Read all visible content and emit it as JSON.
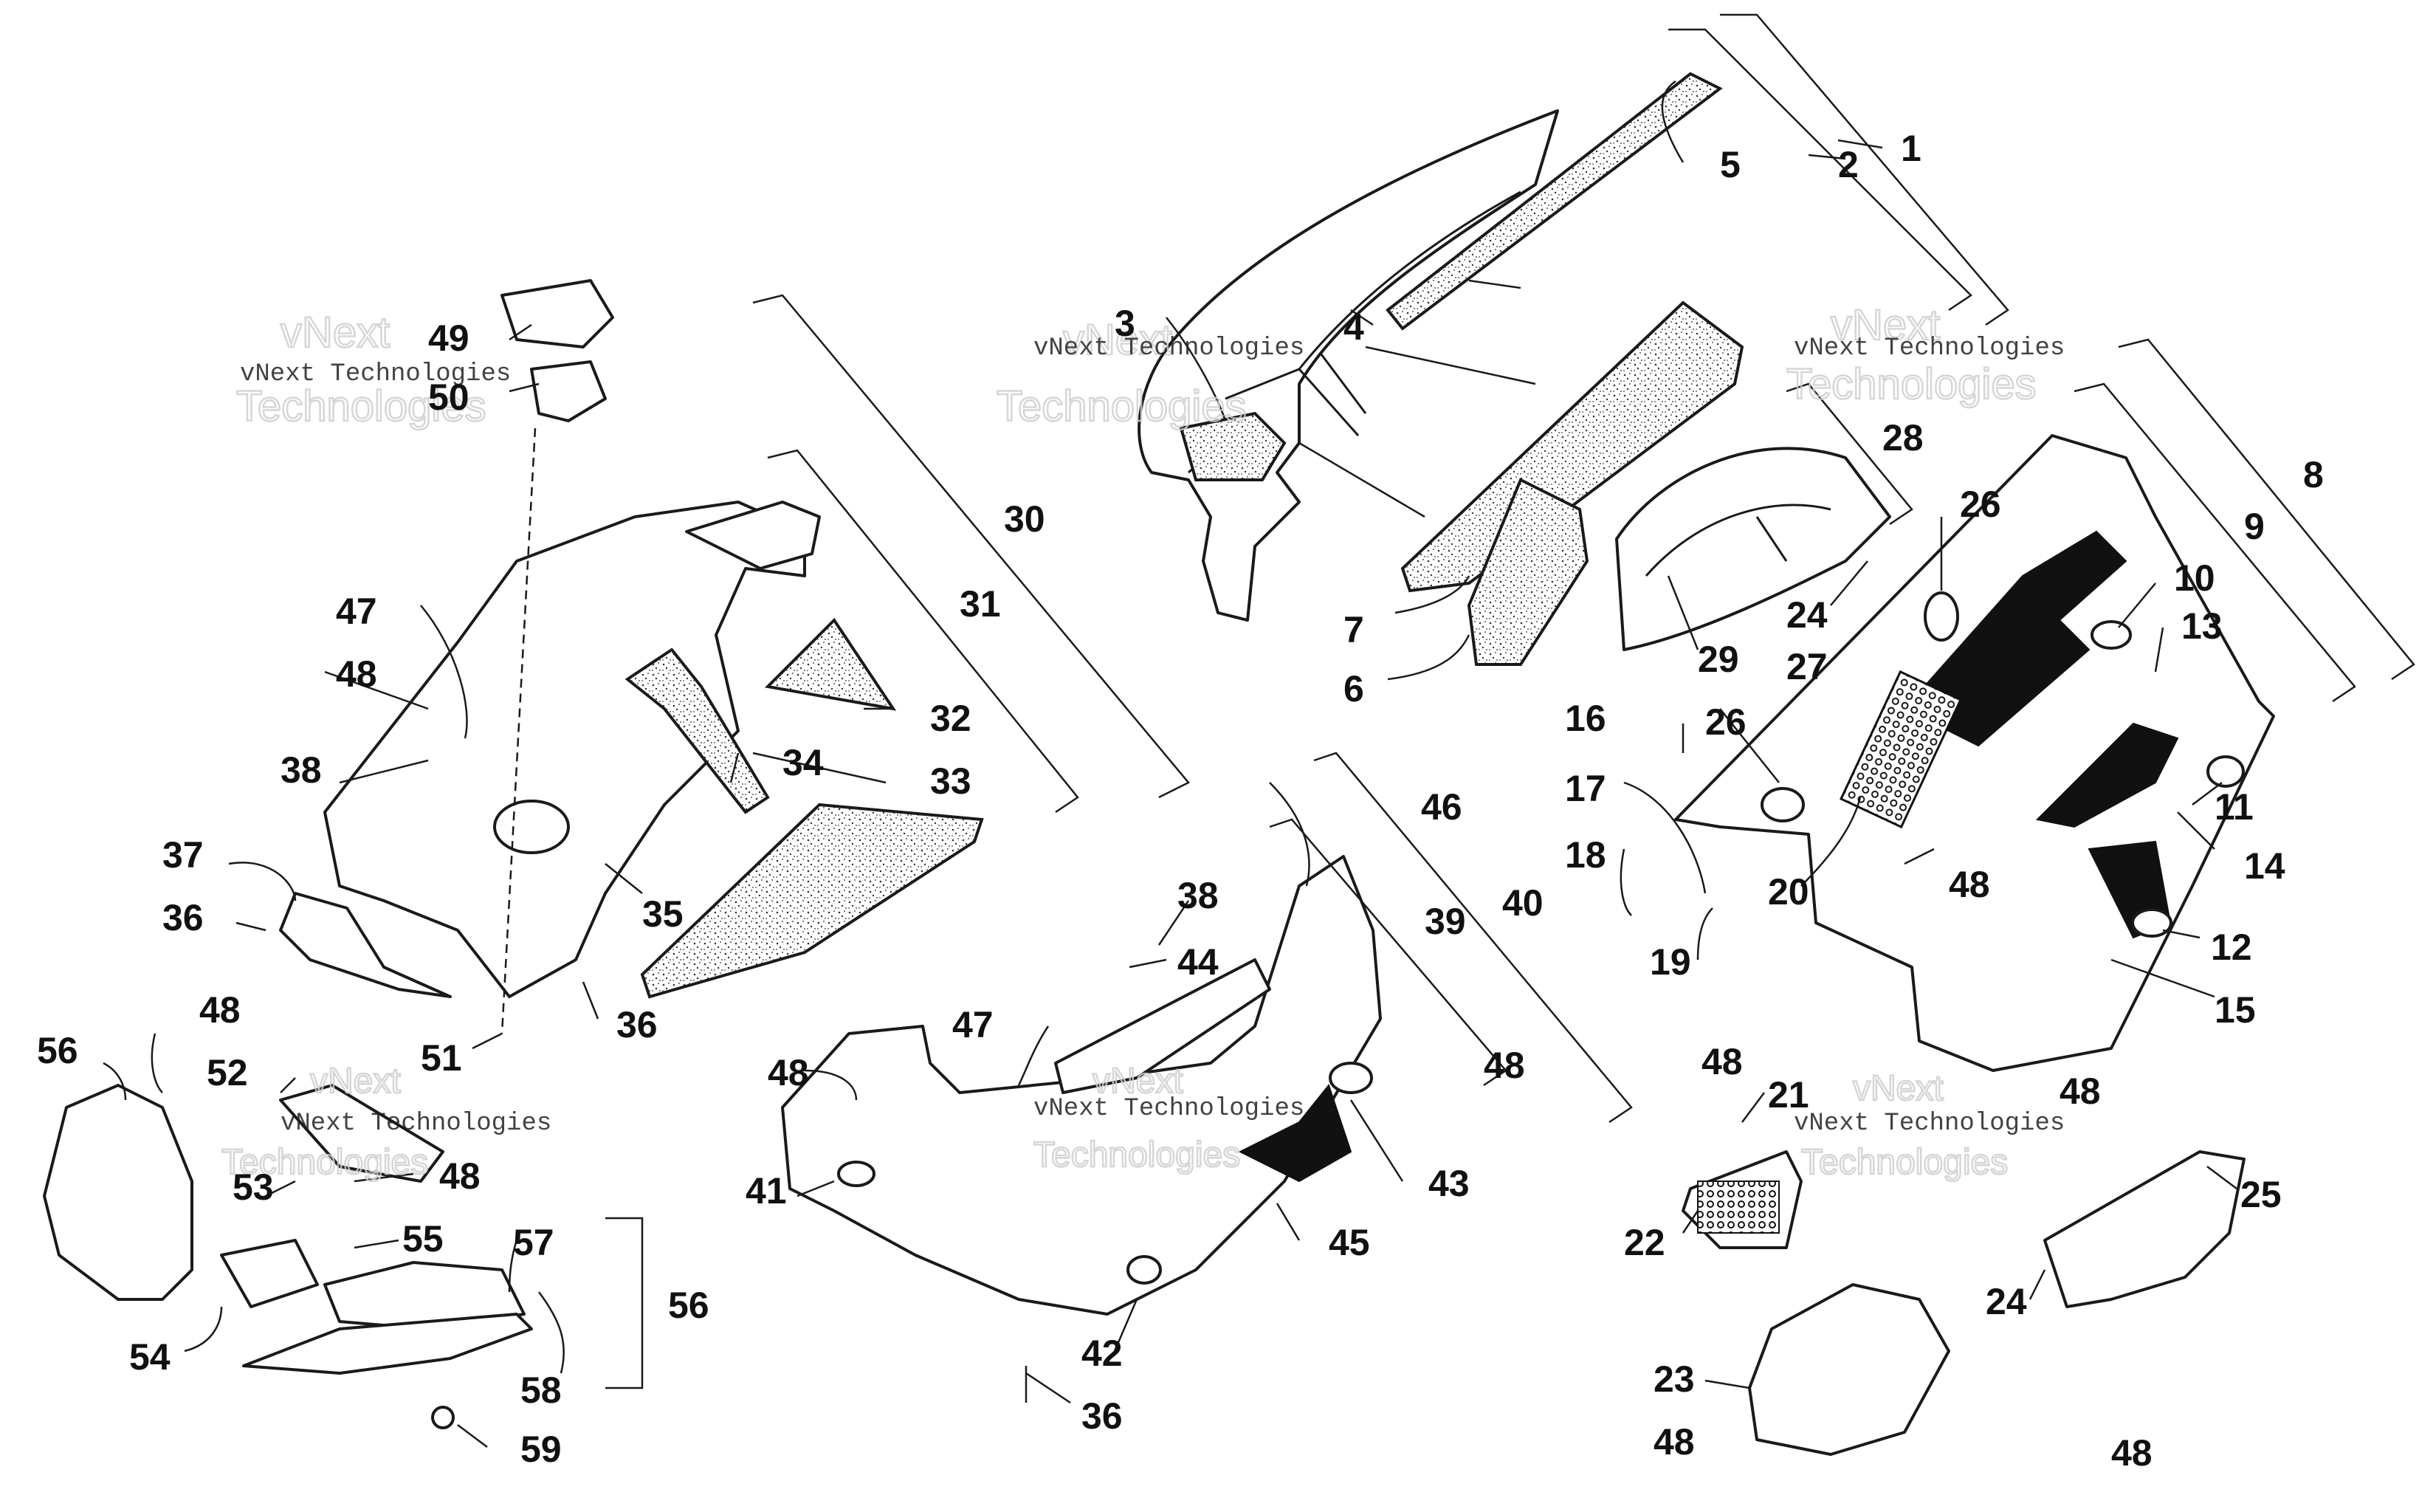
{
  "callouts": [
    {
      "id": "c1",
      "text": "1"
    },
    {
      "id": "c2",
      "text": "2"
    },
    {
      "id": "c3",
      "text": "3"
    },
    {
      "id": "c4",
      "text": "4"
    },
    {
      "id": "c5",
      "text": "5"
    },
    {
      "id": "c6",
      "text": "6"
    },
    {
      "id": "c7",
      "text": "7"
    },
    {
      "id": "c8",
      "text": "8"
    },
    {
      "id": "c9",
      "text": "9"
    },
    {
      "id": "c10",
      "text": "10"
    },
    {
      "id": "c11",
      "text": "11"
    },
    {
      "id": "c12",
      "text": "12"
    },
    {
      "id": "c13",
      "text": "13"
    },
    {
      "id": "c14",
      "text": "14"
    },
    {
      "id": "c15",
      "text": "15"
    },
    {
      "id": "c16",
      "text": "16"
    },
    {
      "id": "c17",
      "text": "17"
    },
    {
      "id": "c18",
      "text": "18"
    },
    {
      "id": "c19",
      "text": "19"
    },
    {
      "id": "c20",
      "text": "20"
    },
    {
      "id": "c21",
      "text": "21"
    },
    {
      "id": "c22",
      "text": "22"
    },
    {
      "id": "c23",
      "text": "23"
    },
    {
      "id": "c24a",
      "text": "24"
    },
    {
      "id": "c24b",
      "text": "24"
    },
    {
      "id": "c25",
      "text": "25"
    },
    {
      "id": "c26a",
      "text": "26"
    },
    {
      "id": "c26b",
      "text": "26"
    },
    {
      "id": "c27",
      "text": "27"
    },
    {
      "id": "c28",
      "text": "28"
    },
    {
      "id": "c29",
      "text": "29"
    },
    {
      "id": "c30",
      "text": "30"
    },
    {
      "id": "c31",
      "text": "31"
    },
    {
      "id": "c32",
      "text": "32"
    },
    {
      "id": "c33",
      "text": "33"
    },
    {
      "id": "c34",
      "text": "34"
    },
    {
      "id": "c35",
      "text": "35"
    },
    {
      "id": "c36a",
      "text": "36"
    },
    {
      "id": "c36b",
      "text": "36"
    },
    {
      "id": "c36c",
      "text": "36"
    },
    {
      "id": "c37",
      "text": "37"
    },
    {
      "id": "c38a",
      "text": "38"
    },
    {
      "id": "c38b",
      "text": "38"
    },
    {
      "id": "c39",
      "text": "39"
    },
    {
      "id": "c40",
      "text": "40"
    },
    {
      "id": "c41",
      "text": "41"
    },
    {
      "id": "c42",
      "text": "42"
    },
    {
      "id": "c43",
      "text": "43"
    },
    {
      "id": "c44",
      "text": "44"
    },
    {
      "id": "c45",
      "text": "45"
    },
    {
      "id": "c46",
      "text": "46"
    },
    {
      "id": "c47a",
      "text": "47"
    },
    {
      "id": "c47b",
      "text": "47"
    },
    {
      "id": "c48a",
      "text": "48"
    },
    {
      "id": "c48b",
      "text": "48"
    },
    {
      "id": "c48c",
      "text": "48"
    },
    {
      "id": "c48d",
      "text": "48"
    },
    {
      "id": "c48e",
      "text": "48"
    },
    {
      "id": "c48f",
      "text": "48"
    },
    {
      "id": "c48g",
      "text": "48"
    },
    {
      "id": "c48h",
      "text": "48"
    },
    {
      "id": "c48i",
      "text": "48"
    },
    {
      "id": "c48j",
      "text": "48"
    },
    {
      "id": "c49",
      "text": "49"
    },
    {
      "id": "c50",
      "text": "50"
    },
    {
      "id": "c51",
      "text": "51"
    },
    {
      "id": "c52",
      "text": "52"
    },
    {
      "id": "c53",
      "text": "53"
    },
    {
      "id": "c54",
      "text": "54"
    },
    {
      "id": "c55",
      "text": "55"
    },
    {
      "id": "c56a",
      "text": "56"
    },
    {
      "id": "c56b",
      "text": "56"
    },
    {
      "id": "c57",
      "text": "57"
    },
    {
      "id": "c58",
      "text": "58"
    },
    {
      "id": "c59",
      "text": "59"
    }
  ],
  "watermark": {
    "line1": "vNext",
    "line2": "vNext Technologies",
    "line3": "Technologies"
  }
}
